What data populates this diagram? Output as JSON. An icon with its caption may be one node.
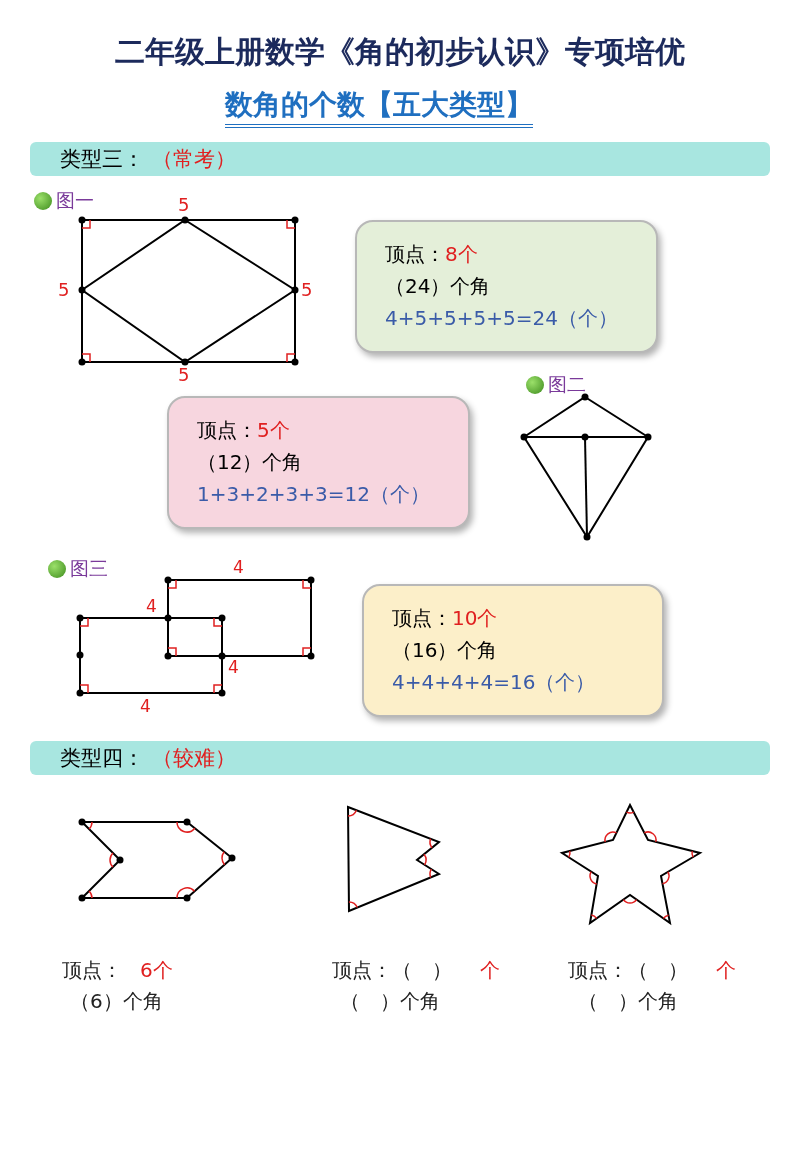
{
  "diagram": {
    "title": "二年级上册数学《角的初步认识》专项培优",
    "nodes": [
      {
        "text": [
          "类型三：",
          "（常考）"
        ]
      },
      {
        "text": [
          "顶点：",
          "8个",
          "（24）个角",
          "4+5+5+5+5=24（个）"
        ]
      },
      {
        "text": [
          "顶点：",
          "5个",
          "（12）个角",
          "1+3+2+3+3=12（个）"
        ]
      },
      {
        "text": [
          "顶点：",
          "10个",
          "（16）个角",
          "4+4+4+4=16（个）"
        ]
      },
      {
        "text": [
          "类型四：",
          "（较难）"
        ]
      }
    ],
    "labels": [
      "数角的个数【五大类型】",
      "图一",
      "5",
      "5",
      "5",
      "5",
      "图二",
      "图三",
      "4",
      "4",
      "4",
      "4",
      "顶点：",
      "6个",
      "（6）个角",
      "顶点：（　）",
      "个",
      "（　）个角",
      "顶点：（　）",
      "个",
      "（　）个角"
    ]
  }
}
